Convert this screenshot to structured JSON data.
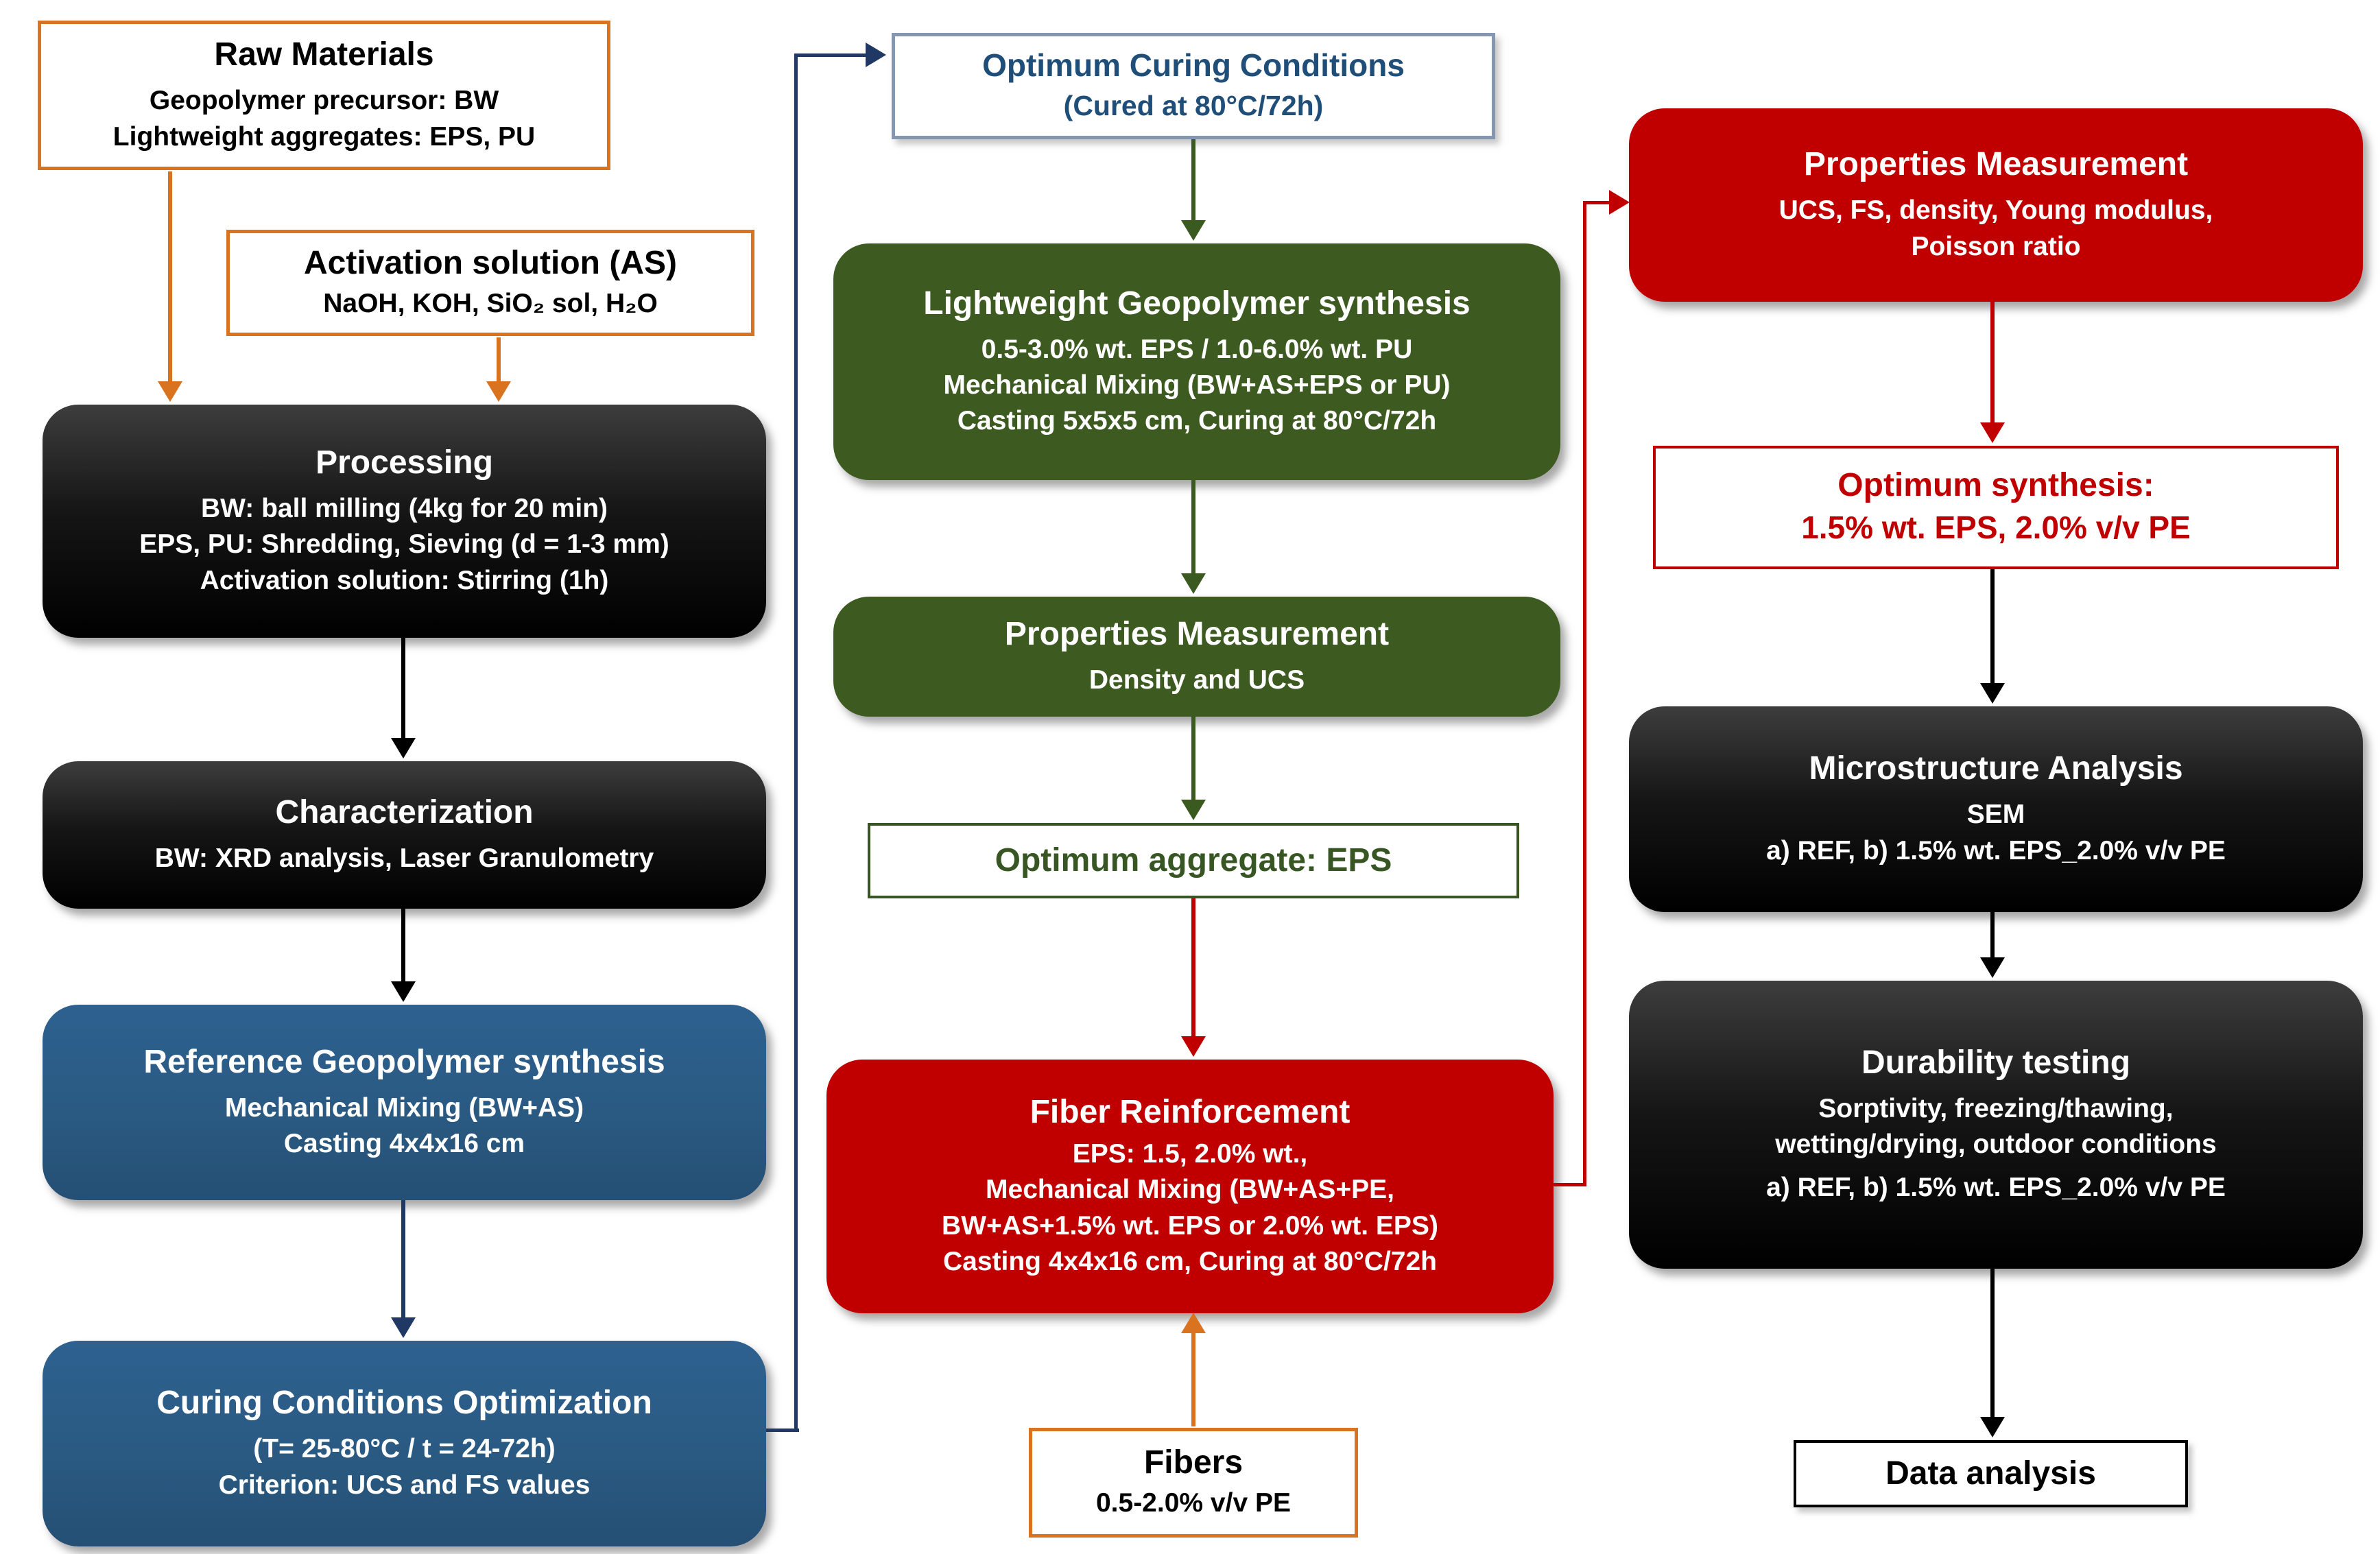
{
  "diagram_title": "Lightweight fiber-reinforced geopolymer methodology flowchart",
  "palette": {
    "orange_accent": "#d9731f",
    "navy_accent": "#1f3864",
    "blue_box": "#2a5a82",
    "green_box": "#3d5a21",
    "red_box": "#c00000",
    "black_box": "#000000",
    "steel_border": "#8496b0",
    "dark_blue_text": "#1f4e79",
    "dark_green_text": "#375623"
  },
  "nodes": {
    "raw_materials": {
      "title": "Raw Materials",
      "lines": [
        "Geopolymer precursor: BW",
        "Lightweight aggregates: EPS, PU"
      ]
    },
    "activation": {
      "title": "Activation solution (AS)",
      "lines": [
        "NaOH, KOH, SiO₂ sol, H₂O"
      ]
    },
    "processing": {
      "title": "Processing",
      "lines": [
        "BW: ball milling (4kg for 20 min)",
        "EPS, PU: Shredding, Sieving (d = 1-3 mm)",
        "Activation solution: Stirring (1h)"
      ]
    },
    "characterization": {
      "title": "Characterization",
      "lines": [
        "BW: XRD analysis, Laser Granulometry"
      ]
    },
    "reference": {
      "title": "Reference Geopolymer synthesis",
      "lines": [
        "Mechanical Mixing (BW+AS)",
        "Casting 4x4x16 cm"
      ]
    },
    "curing": {
      "title": "Curing Conditions Optimization",
      "lines": [
        "(T= 25-80°C / t = 24-72h)",
        "Criterion: UCS and FS values"
      ]
    },
    "optimum_curing": {
      "title": "Optimum Curing Conditions",
      "lines": [
        "(Cured at 80°C/72h)"
      ]
    },
    "lightweight": {
      "title": "Lightweight Geopolymer synthesis",
      "lines": [
        "0.5-3.0% wt. EPS / 1.0-6.0% wt. PU",
        "Mechanical Mixing (BW+AS+EPS or PU)",
        "Casting 5x5x5 cm, Curing at 80°C/72h"
      ]
    },
    "properties_mid": {
      "title": "Properties Measurement",
      "lines": [
        "Density and UCS"
      ]
    },
    "optimum_aggregate": {
      "title": "Optimum aggregate: EPS",
      "lines": []
    },
    "fiber": {
      "title": "Fiber Reinforcement",
      "lines": [
        "EPS: 1.5, 2.0% wt.,",
        "Mechanical Mixing (BW+AS+PE,",
        "BW+AS+1.5% wt. EPS or 2.0% wt. EPS)",
        "Casting 4x4x16 cm, Curing at 80°C/72h"
      ]
    },
    "fibers": {
      "title": "Fibers",
      "lines": [
        "0.5-2.0% v/v PE"
      ]
    },
    "properties_right": {
      "title": "Properties Measurement",
      "lines": [
        "UCS, FS, density, Young modulus,",
        "Poisson ratio"
      ]
    },
    "optimum_synthesis": {
      "title": "Optimum synthesis:",
      "lines": [
        "1.5% wt. EPS, 2.0% v/v PE"
      ]
    },
    "microstructure": {
      "title": "Microstructure Analysis",
      "lines": [
        "SEM",
        "a) REF, b) 1.5% wt. EPS_2.0% v/v PE"
      ]
    },
    "durability": {
      "title": "Durability testing",
      "lines": [
        "Sorptivity, freezing/thawing,",
        "wetting/drying, outdoor conditions",
        "a) REF, b) 1.5% wt. EPS_2.0% v/v PE"
      ]
    },
    "data_analysis": {
      "title": "Data analysis",
      "lines": []
    }
  }
}
